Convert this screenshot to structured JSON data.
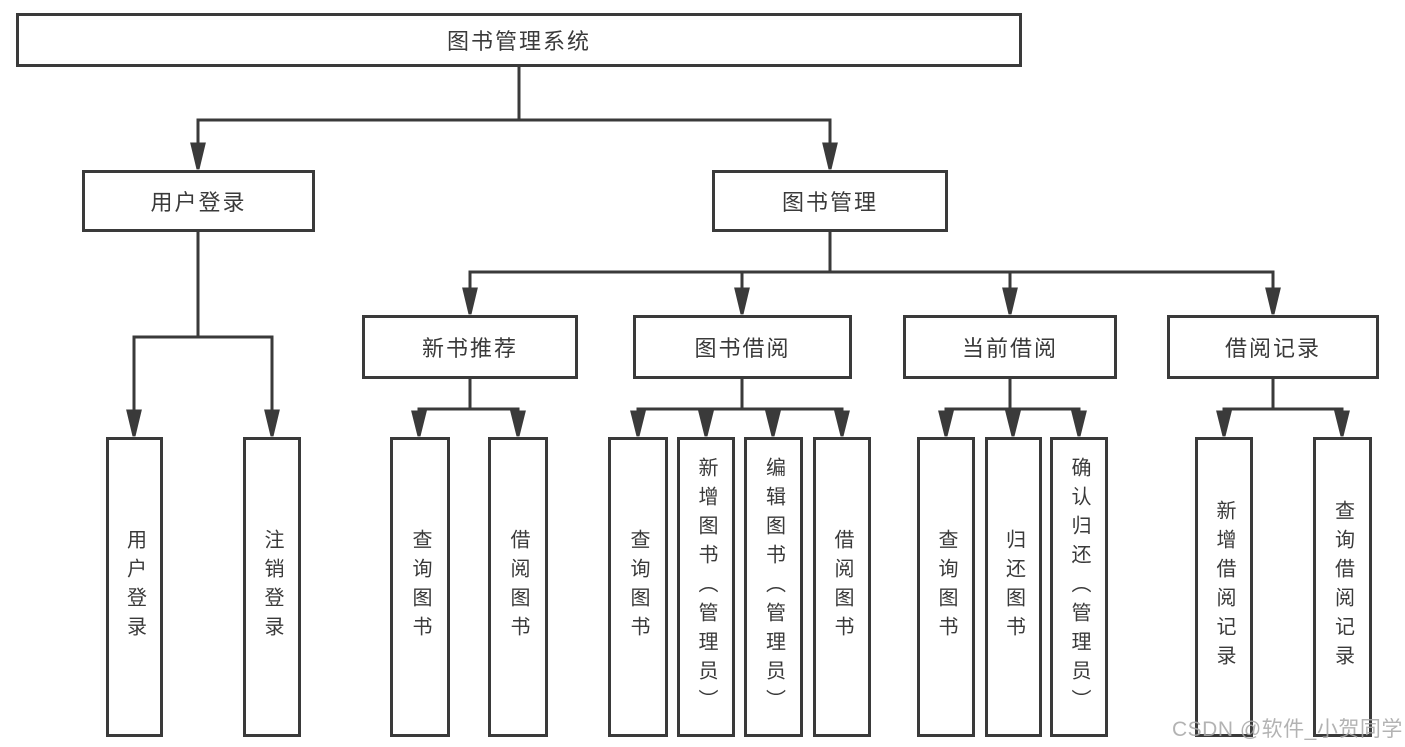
{
  "tree": {
    "label": "图书管理系统",
    "children": [
      {
        "label": "用户登录",
        "children": [
          {
            "label": "用户登录"
          },
          {
            "label": "注销登录"
          }
        ]
      },
      {
        "label": "图书管理",
        "children": [
          {
            "label": "新书推荐",
            "children": [
              {
                "label": "查询图书"
              },
              {
                "label": "借阅图书"
              }
            ]
          },
          {
            "label": "图书借阅",
            "children": [
              {
                "label": "查询图书"
              },
              {
                "label": "新增图书（管理员）"
              },
              {
                "label": "编辑图书（管理员）"
              },
              {
                "label": "借阅图书"
              }
            ]
          },
          {
            "label": "当前借阅",
            "children": [
              {
                "label": "查询图书"
              },
              {
                "label": "归还图书"
              },
              {
                "label": "确认归还（管理员）"
              }
            ]
          },
          {
            "label": "借阅记录",
            "children": [
              {
                "label": "新增借阅记录"
              },
              {
                "label": "查询借阅记录"
              }
            ]
          }
        ]
      }
    ]
  },
  "watermark": {
    "text": "CSDN @软件_小贺同学"
  },
  "colors": {
    "line": "#3a3a3a",
    "text": "#3a3a3a",
    "box_background": "#ffffff",
    "page_background": "#ffffff",
    "watermark": "#a9a9a9"
  }
}
